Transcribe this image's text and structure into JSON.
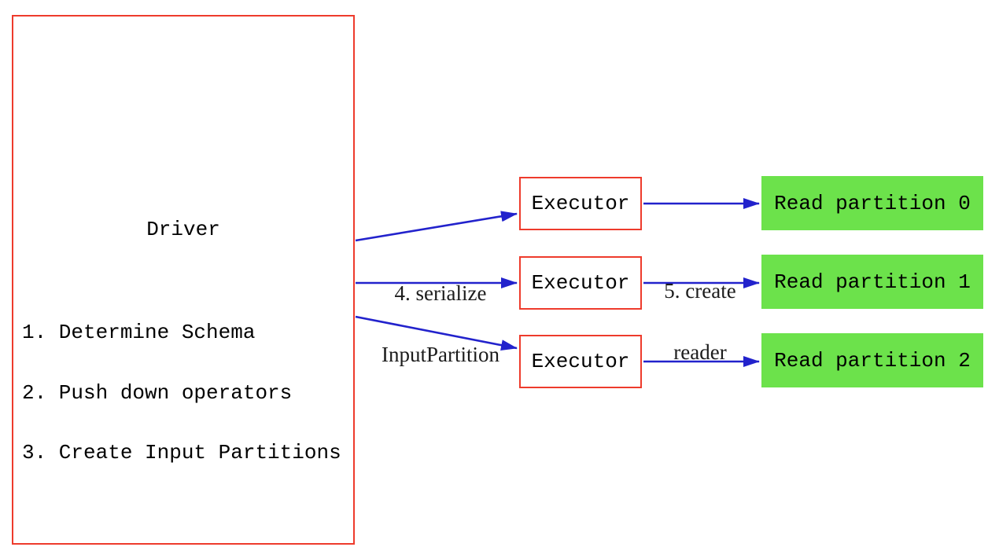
{
  "diagram": {
    "driver": {
      "title": "Driver",
      "steps": [
        "1. Determine Schema",
        "2. Push down operators",
        "3. Create Input Partitions"
      ]
    },
    "executors": [
      {
        "label": "Executor"
      },
      {
        "label": "Executor"
      },
      {
        "label": "Executor"
      }
    ],
    "partitions": [
      {
        "label": "Read partition 0"
      },
      {
        "label": "Read partition 1"
      },
      {
        "label": "Read partition 2"
      }
    ],
    "edge_labels": {
      "serialize": {
        "line1": "4. serialize",
        "line2": "InputPartition"
      },
      "create_reader": {
        "line1": "5. create",
        "line2": "reader"
      }
    },
    "colors": {
      "box_border_red": "#ee3b2c",
      "partition_green": "#6ce24b",
      "arrow_blue": "#2222cc",
      "background": "#ffffff"
    }
  }
}
